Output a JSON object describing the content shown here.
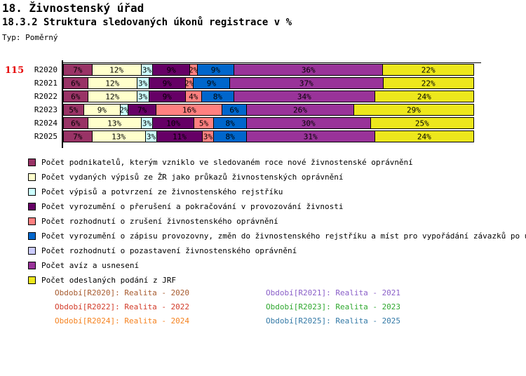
{
  "header": {
    "title": "18. Živnostenský úřad",
    "subtitle": "18.3.2 Struktura sledovaných úkonů registrace v %",
    "type_label": "Typ: Poměrný",
    "page_number": "115"
  },
  "chart_data": {
    "type": "bar",
    "stacked": true,
    "orientation": "horizontal",
    "unit": "%",
    "xlim": [
      0,
      100
    ],
    "grid": false,
    "legend_position": "bottom-left",
    "categories": [
      "R2020",
      "R2021",
      "R2022",
      "R2023",
      "R2024",
      "R2025"
    ],
    "series": [
      {
        "name": "Počet podnikatelů, kterým vzniklo ve sledovaném roce nové živnostenské oprávnění",
        "color": "#993366",
        "values": [
          7,
          6,
          6,
          5,
          6,
          7
        ]
      },
      {
        "name": "Počet vydaných výpisů ze ŽR jako průkazů živnostenských oprávnění",
        "color": "#FFFFCC",
        "values": [
          12,
          12,
          12,
          9,
          13,
          13
        ]
      },
      {
        "name": "Počet výpisů a potvrzení ze živnostenského rejstříku",
        "color": "#CCFFFF",
        "values": [
          3,
          3,
          3,
          2,
          3,
          3
        ]
      },
      {
        "name": "Počet vyrozumění o přerušení a pokračování v provozování živnosti",
        "color": "#660066",
        "values": [
          9,
          9,
          9,
          7,
          10,
          11
        ]
      },
      {
        "name": "Počet rozhodnutí o zrušení živnostenského oprávnění",
        "color": "#FF8080",
        "values": [
          2,
          2,
          4,
          16,
          5,
          3
        ]
      },
      {
        "name": "Počet vyrozumění o zápisu provozovny, změn do živnostenského rejstříku a míst pro vypořádání závazků po ukončení pr",
        "color": "#0066CC",
        "values": [
          9,
          9,
          8,
          6,
          8,
          8
        ]
      },
      {
        "name": "Počet rozhodnutí o pozastavení živnostenského oprávnění",
        "color": "#CCCCFF",
        "values": [
          0,
          0,
          0,
          0,
          0,
          0
        ]
      },
      {
        "name": "Počet avíz a usnesení",
        "color": "#993399",
        "values": [
          36,
          37,
          34,
          26,
          30,
          31
        ]
      },
      {
        "name": "Počet odeslaných podání z JRF",
        "color": "#EDE71C",
        "values": [
          22,
          22,
          24,
          29,
          25,
          24
        ]
      }
    ]
  },
  "period_legend": [
    {
      "label": "Období[R2020]: Realita - 2020",
      "color": "#A65A2E"
    },
    {
      "label": "Období[R2021]: Realita - 2021",
      "color": "#8A5FC8"
    },
    {
      "label": "Období[R2022]: Realita - 2022",
      "color": "#D23B29"
    },
    {
      "label": "Období[R2023]: Realita - 2023",
      "color": "#2FA82F"
    },
    {
      "label": "Období[R2024]: Realita - 2024",
      "color": "#F5821F"
    },
    {
      "label": "Období[R2025]: Realita - 2025",
      "color": "#3379A6"
    }
  ]
}
